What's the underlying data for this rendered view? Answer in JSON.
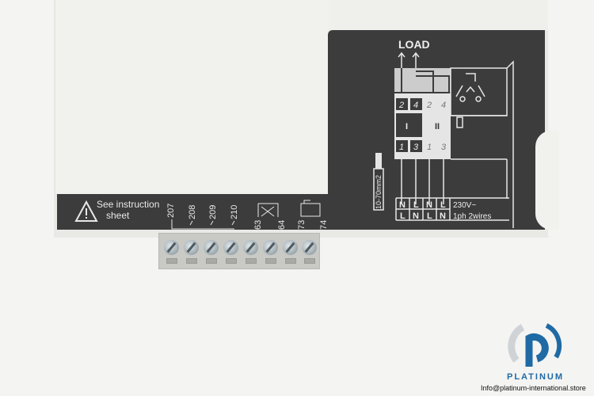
{
  "warning": {
    "line1": "See instruction",
    "line2": "sheet"
  },
  "terminals": [
    "207",
    "208",
    "209",
    "210",
    "63",
    "64",
    "73",
    "74"
  ],
  "diagram": {
    "title": "LOAD",
    "top_numbers": [
      "2",
      "4",
      "2",
      "4"
    ],
    "bottom_numbers": [
      "1",
      "3",
      "1",
      "3"
    ],
    "switch_labels": [
      "I",
      "II"
    ],
    "cable": "10-70mm2",
    "row1": [
      "N",
      "L",
      "N",
      "L"
    ],
    "row2": [
      "L",
      "N",
      "L",
      "N"
    ],
    "voltage": "230V~",
    "phase": "1ph  2wires"
  },
  "brand": {
    "name": "PLATINUM",
    "email": "Info@platinum-international.store",
    "color": "#1f6aa5"
  }
}
